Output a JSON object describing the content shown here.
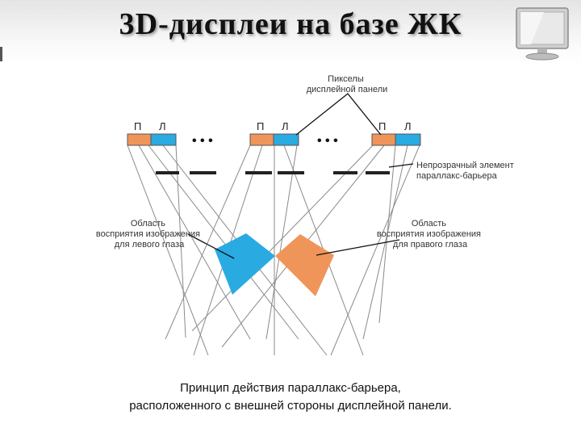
{
  "title": "3D-дисплеи на базе ЖК",
  "labels": {
    "pixels_line1": "Пикселы",
    "pixels_line2": "дисплейной панели",
    "barrier_line1": "Непрозрачный элемент",
    "barrier_line2": "параллакс-барьера",
    "left_line1": "Область",
    "left_line2": "восприятия изображения",
    "left_line3": "для левого глаза",
    "right_line1": "Область",
    "right_line2": "восприятия изображения",
    "right_line3": "для правого глаза",
    "pixel_p": "П",
    "pixel_l": "Л",
    "dots": "• • •"
  },
  "caption": {
    "line1": "Принцип действия параллакс-барьера,",
    "line2": "расположенного с внешней стороны дисплейной панели."
  },
  "colors": {
    "left_eye": "#29abe2",
    "right_eye": "#f0955a",
    "barrier": "#222222",
    "rays": "#8a8a8a"
  }
}
